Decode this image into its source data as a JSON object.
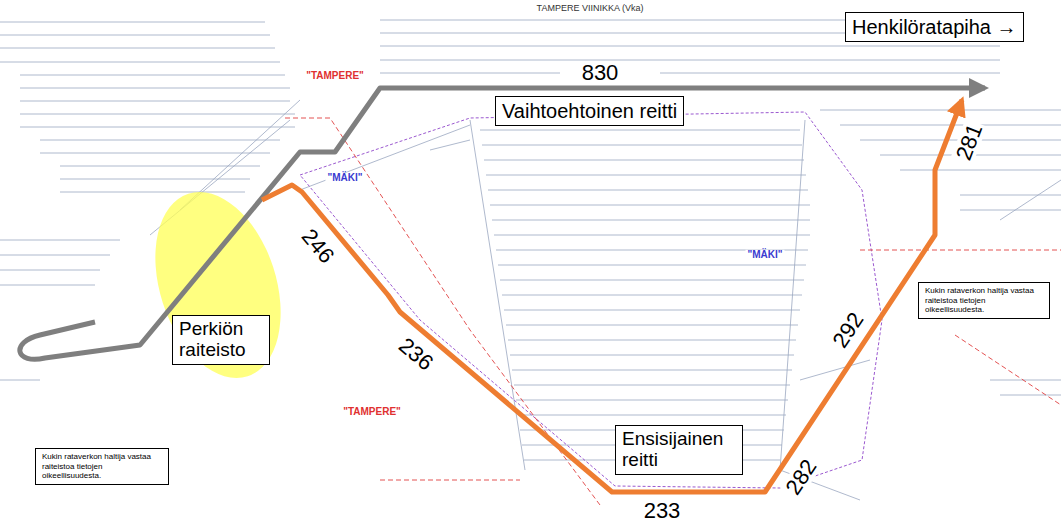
{
  "diagram": {
    "title": "TAMPERE VIINIKKA (Vka)",
    "nodes": [
      {
        "text": [
          "Henkilöratapiha →"
        ]
      },
      {
        "text": [
          "Vaihtoehtoinen reitti"
        ]
      },
      {
        "text": [
          "Kukin rataverkon haltija vastaa raiteistoa tietojen oikeellisuudesta."
        ]
      },
      {
        "text": [
          "Perkiön raiteisto"
        ]
      },
      {
        "text": [
          "Kukin rataverkon haltija vastaa raiteistoa tietojen oikeellisuudesta."
        ]
      },
      {
        "text": [
          "Ensisijainen reitti"
        ]
      }
    ],
    "labels": [
      "830",
      "281",
      "246",
      "236",
      "292",
      "233",
      "282",
      "\"TAMPERE\"",
      "\"TAMPERE\"",
      "\"MÄKI\"",
      "\"MÄKI\""
    ]
  }
}
